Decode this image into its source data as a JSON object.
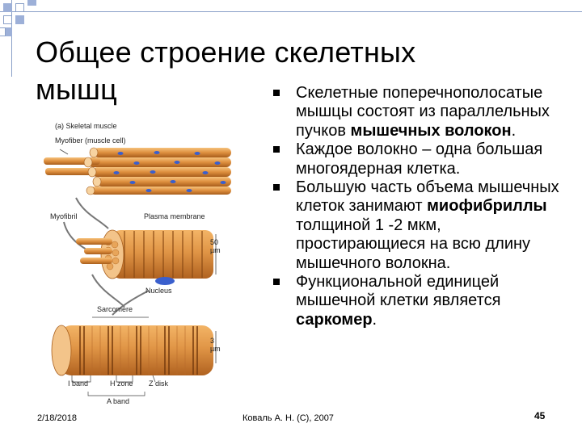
{
  "slide": {
    "title_line1": "Общее строение скелетных",
    "title_line2": "мышц",
    "bullets": [
      {
        "pre": "Скелетные поперечнополосатые мышцы состоят из параллельных пучков ",
        "bold": "мышечных волокон",
        "post": "."
      },
      {
        "pre": "Каждое волокно – одна большая многоядерная клетка.",
        "bold": "",
        "post": ""
      },
      {
        "pre": "Большую часть объема мышечных клеток занимают ",
        "bold": "миофибриллы",
        "post": " толщиной 1 -2 мкм, простирающиеся на всю длину мышечного волокна."
      },
      {
        "pre": "Функциональной единицей мышечной клетки является ",
        "bold": "саркомер",
        "post": "."
      }
    ],
    "footer": {
      "date": "2/18/2018",
      "author": "Коваль А. Н. (С), 2007",
      "page": "45"
    }
  },
  "figure": {
    "labels": {
      "a": "(a) Skeletal muscle",
      "fiber": "Myofiber (muscle cell)",
      "myofibril": "Myofibril",
      "plasma": "Plasma membrane",
      "scale1": "50 µm",
      "nucleus": "Nucleus",
      "sarcomere": "Sarcomere",
      "scale2": "3 µm",
      "iband": "I band",
      "hzone": "H zone",
      "zdisk": "Z disk",
      "aband": "A band"
    },
    "colors": {
      "muscle": "#d98a3a",
      "muscle_light": "#f0b46a",
      "muscle_dark": "#a85e1c",
      "nucleus": "#3a5fcd"
    }
  }
}
